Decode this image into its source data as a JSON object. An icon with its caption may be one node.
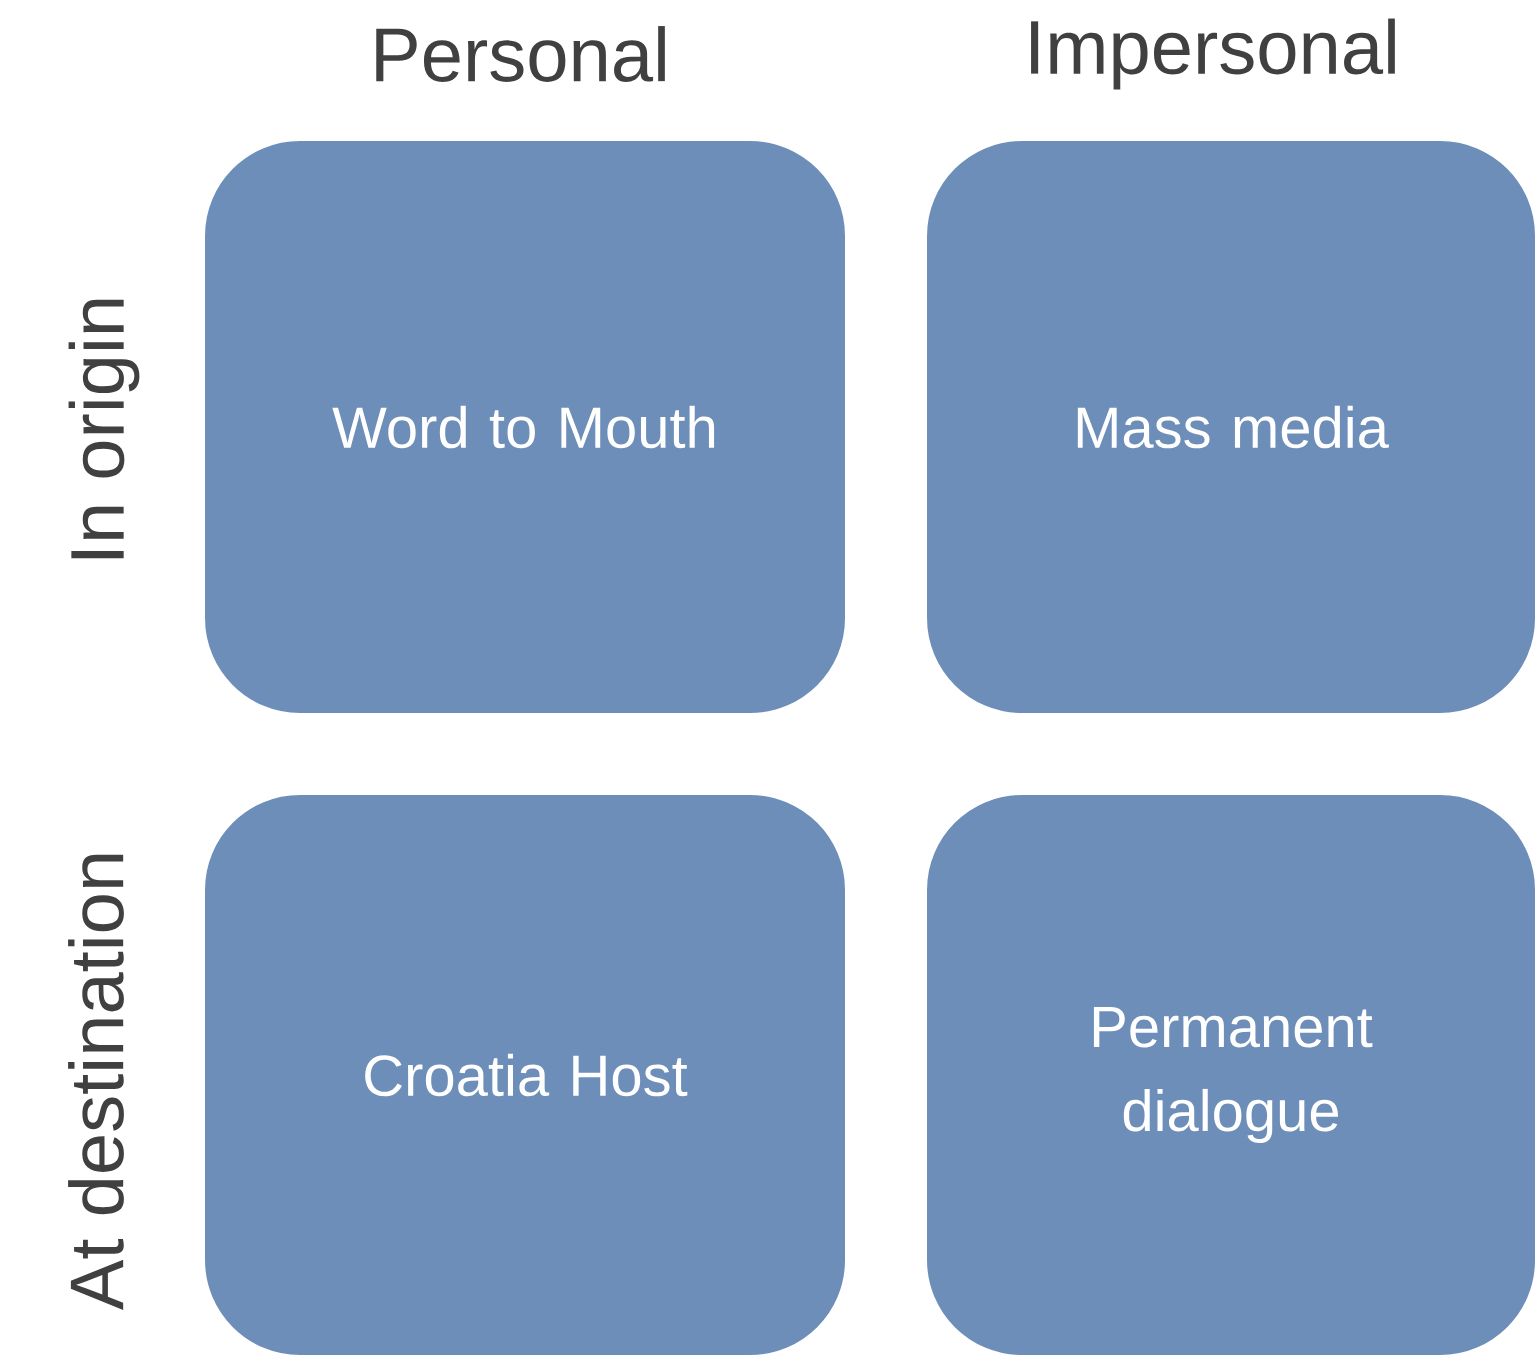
{
  "diagram": {
    "nodes": [
      {
        "text": [
          "Word to Mouth"
        ]
      },
      {
        "text": [
          "Mass media"
        ]
      },
      {
        "text": [
          "Croatia Host"
        ]
      },
      {
        "text": [
          "Permanent dialogue"
        ]
      }
    ],
    "labels": [
      "Personal",
      "Impersonal",
      "In origin",
      "At destination"
    ]
  }
}
